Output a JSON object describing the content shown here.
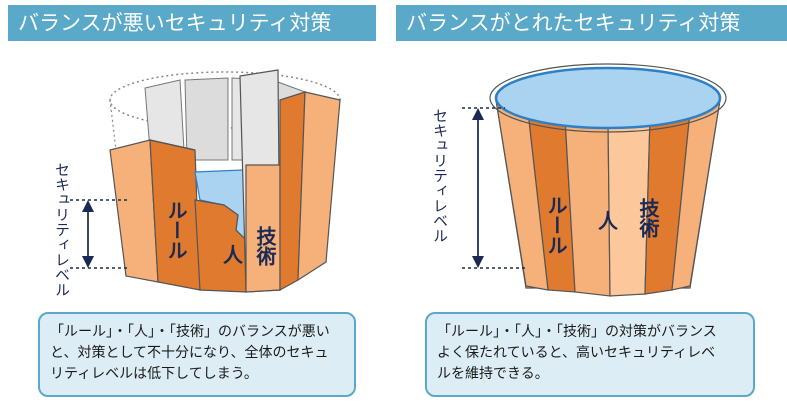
{
  "left_panel": {
    "title": "バランスが悪いセキュリティ対策",
    "level_label": "セキュリティレベル",
    "stave_labels": {
      "rule": "ルール",
      "person": "人",
      "tech": "技術"
    },
    "caption_lines": [
      "「ルール」・「人」・「技術」のバランスが悪い",
      "と、対策として不十分になり、全体のセキュ",
      "リティレベルは低下してしまう。"
    ]
  },
  "right_panel": {
    "title": "バランスがとれたセキュリティ対策",
    "level_label": "セキュリティレベル",
    "stave_labels": {
      "rule": "ルール",
      "person": "人",
      "tech": "技術"
    },
    "caption_lines": [
      "「ルール」・「人」・「技術」の対策がバランス",
      "よく保たれていると、高いセキュリティレベ",
      "ルを維持できる。"
    ]
  },
  "colors": {
    "title_bg": "#5aa9c9",
    "stave_dark": "#e07a2e",
    "stave_light": "#f6b07a",
    "water": "#a9d3f0",
    "water_rim": "#2f7fc4",
    "caption_bg": "#dcedf5"
  }
}
